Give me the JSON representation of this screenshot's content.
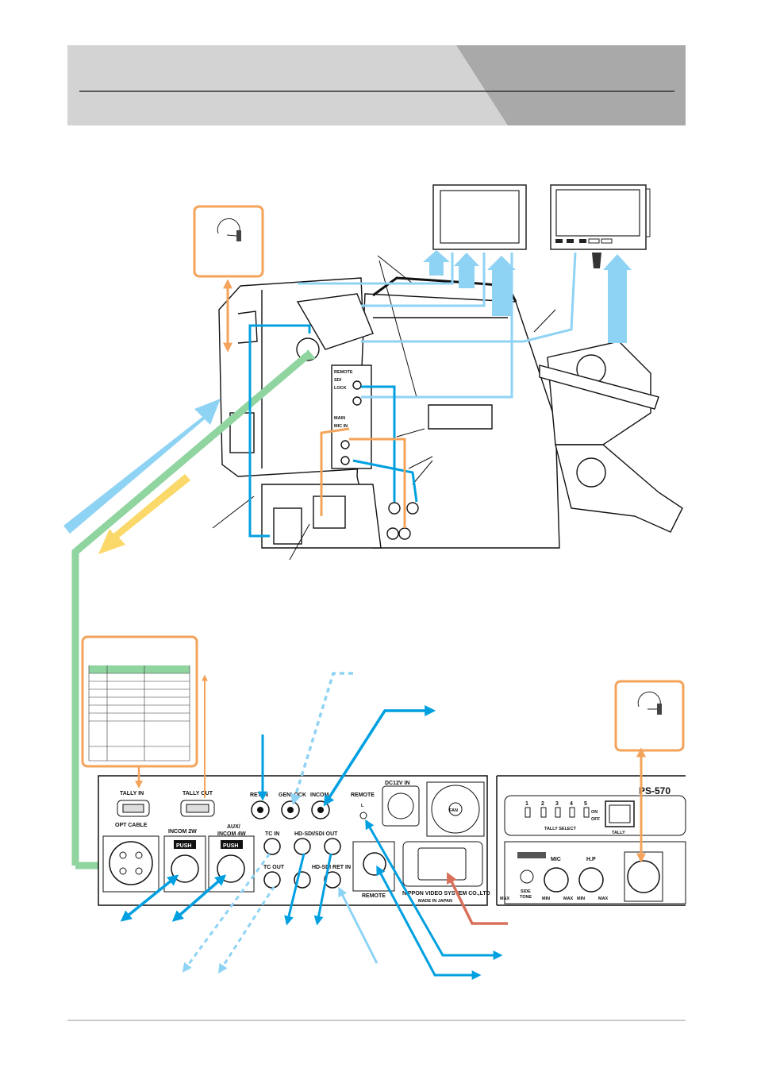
{
  "colors": {
    "video": "#00a0e0",
    "video_light": "#8fd3f4",
    "power_optical": "#90d4a0",
    "audio_tally": "#f4a35a",
    "return": "#fbd86a",
    "ac": "#d8705a",
    "header_light": "#d3d3d3",
    "header_dark": "#a9a9a9"
  },
  "rear_panel": {
    "tally_in": "TALLY IN",
    "tally_out": "TALLY OUT",
    "opt_cable": "OPT CABLE",
    "ret_in": "RET IN",
    "genlock": "GENLOCK",
    "incom": "INCOM",
    "remote_top": "REMOTE",
    "remote_l": "L",
    "dc12v_in": "DC12V IN",
    "fan": "FAN",
    "incom_2w": "INCOM 2W",
    "aux_incom_4w_1": "AUX/",
    "aux_incom_4w_2": "INCOM 4W",
    "push": "PUSH",
    "tc_in": "TC IN",
    "tc_out": "TC OUT",
    "hd_sdi_out": "HD-SDI/SDI OUT",
    "hd_sdi_ret_in": "HD-SDI RET IN",
    "remote_bottom": "REMOTE",
    "maker": "NIPPON VIDEO SYSTEM CO.,LTD",
    "made_in": "MADE IN JAPAN"
  },
  "front_panel": {
    "model": "PS-570",
    "tally_select": "TALLY SELECT",
    "tally_numbers": [
      "1",
      "2",
      "3",
      "4",
      "5"
    ],
    "on": "ON",
    "off": "OFF",
    "tally": "TALLY",
    "mic": "MIC",
    "hp": "H.P",
    "side_tone_1": "SIDE",
    "side_tone_2": "TONE",
    "min": "MIN",
    "max": "MAX"
  },
  "camera": {
    "labels": [
      "REMOTE",
      "SDI",
      "LOCK",
      "MAIN",
      "MIC IN"
    ]
  }
}
